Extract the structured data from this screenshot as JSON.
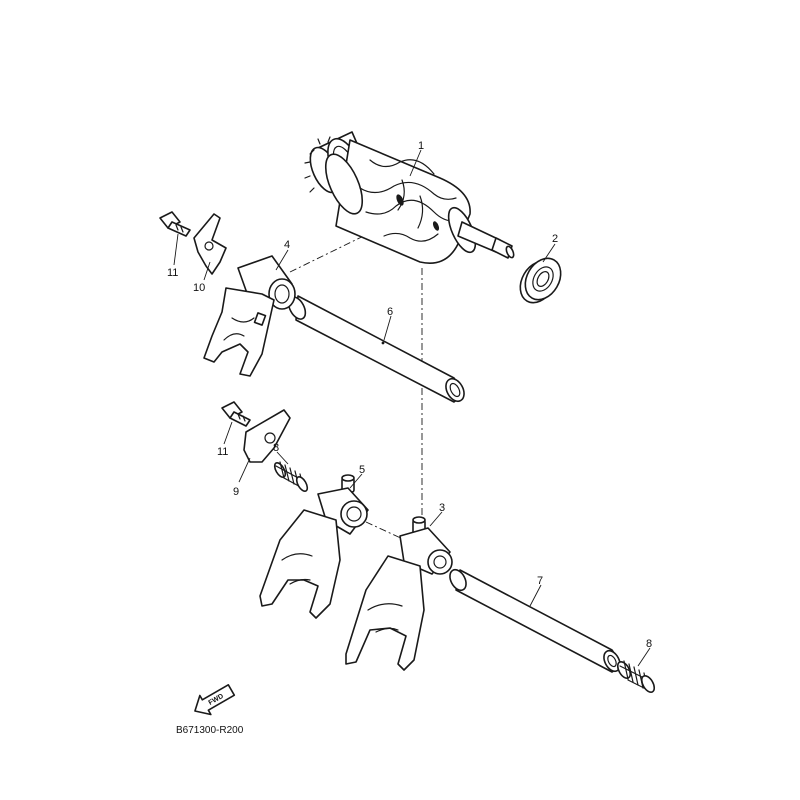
{
  "diagram": {
    "callouts": {
      "c1": "1",
      "c2": "2",
      "c3": "3",
      "c4": "4",
      "c5": "5",
      "c6": "6",
      "c7": "7",
      "c8a": "8",
      "c8b": "8",
      "c9": "9",
      "c10": "10",
      "c11a": "11",
      "c11b": "11"
    },
    "fwd_label": "FWD",
    "drawing_code": "B671300-R200"
  }
}
